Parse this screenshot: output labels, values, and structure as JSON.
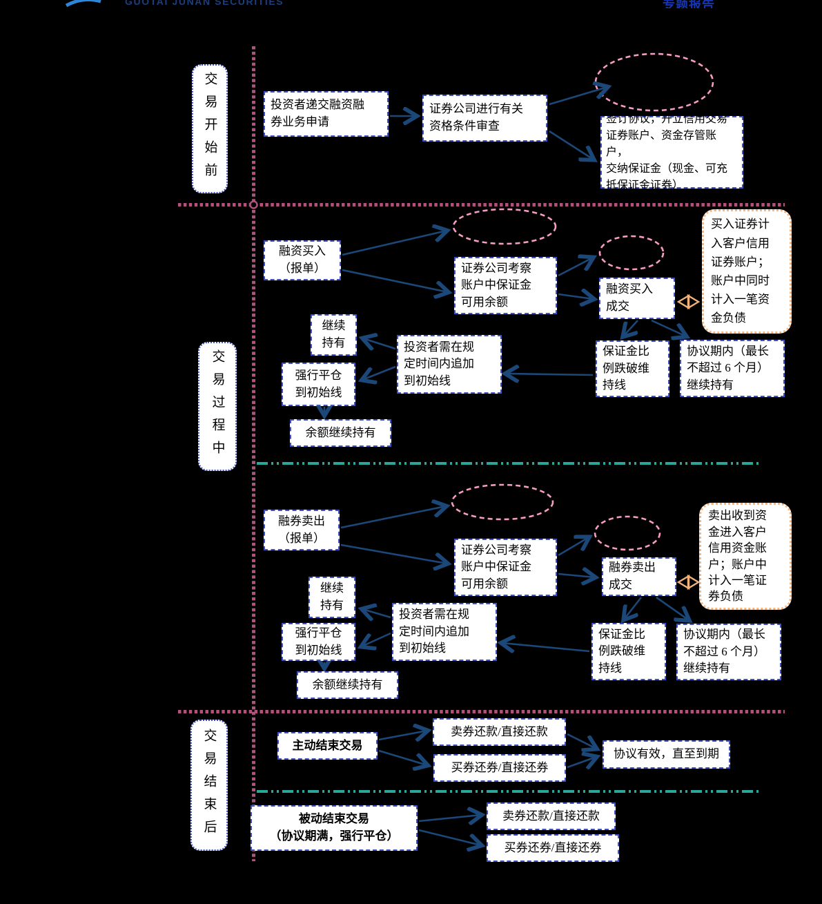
{
  "header": {
    "logo_text": "GUOTAI JUNAN SECURITIES",
    "report_label": "专题报告"
  },
  "colors": {
    "background": "#000000",
    "box_border_blue": "#3f51c1",
    "box_fill": "#ffffff",
    "text": "#000000",
    "arrow_navy": "#1b4878",
    "divider_magenta": "#b0527c",
    "divider_teal": "#2ba69a",
    "ellipse_pink": "#f79cc3",
    "note_border_peach": "#f5b57f",
    "diamond_peach": "#f2b27e",
    "header_blue": "#1535b5",
    "logo_navy": "#1d3d7d",
    "logo_swoosh_blue": "#2e86d8"
  },
  "sections": {
    "before": {
      "label": "交易开始前"
    },
    "during": {
      "label": "交易过程中"
    },
    "after": {
      "label": "交易结束后"
    }
  },
  "nodes": {
    "apply": {
      "text": "投资者递交融资融\n券业务申请"
    },
    "review": {
      "text": "证券公司进行有关\n资格条件审查"
    },
    "sign": {
      "text": "签订协议，开立信用交易\n证券账户、资金存管账户，\n交纳保证金（现金、可充\n抵保证金证券）"
    },
    "finance_order": {
      "text": "融资买入\n（报单）"
    },
    "finance_check": {
      "text": "证券公司考察\n账户中保证金\n可用余额"
    },
    "finance_filled": {
      "text": "融资买入\n成交"
    },
    "finance_note": {
      "text": "买入证券计\n入客户信用\n证券账户；\n账户中同时\n计入一笔资\n金负债"
    },
    "finance_break": {
      "text": "保证金比\n例跌破维\n持线"
    },
    "finance_hold_term": {
      "text": "协议期内（最长\n不超过 6 个月）\n继续持有"
    },
    "finance_add_margin": {
      "text": "投资者需在规\n定时间内追加\n到初始线"
    },
    "finance_continue_hold": {
      "text": "继续\n持有"
    },
    "finance_force_close": {
      "text": "强行平仓\n到初始线"
    },
    "finance_balance_hold": {
      "text": "余额继续持有"
    },
    "short_order": {
      "text": "融券卖出\n（报单）"
    },
    "short_check": {
      "text": "证券公司考察\n账户中保证金\n可用余额"
    },
    "short_filled": {
      "text": "融券卖出\n成交"
    },
    "short_note": {
      "text": "卖出收到资\n金进入客户\n信用资金账\n户；账户中\n计入一笔证\n券负债"
    },
    "short_break": {
      "text": "保证金比\n例跌破维\n持线"
    },
    "short_hold_term": {
      "text": "协议期内（最长\n不超过 6 个月）\n继续持有"
    },
    "short_add_margin": {
      "text": "投资者需在规\n定时间内追加\n到初始线"
    },
    "short_continue_hold": {
      "text": "继续\n持有"
    },
    "short_force_close": {
      "text": "强行平仓\n到初始线"
    },
    "short_balance_hold": {
      "text": "余额继续持有"
    },
    "active_end": {
      "text": "主动结束交易"
    },
    "active_sell_repay": {
      "text": "卖券还款/直接还款"
    },
    "active_buy_return": {
      "text": "买券还券/直接还券"
    },
    "agreement_valid": {
      "text": "协议有效，直至到期"
    },
    "passive_end": {
      "text": "被动结束交易\n（协议期满，强行平仓）"
    },
    "passive_sell_repay": {
      "text": "卖券还款/直接还款"
    },
    "passive_buy_return": {
      "text": "买券还券/直接还券"
    }
  }
}
